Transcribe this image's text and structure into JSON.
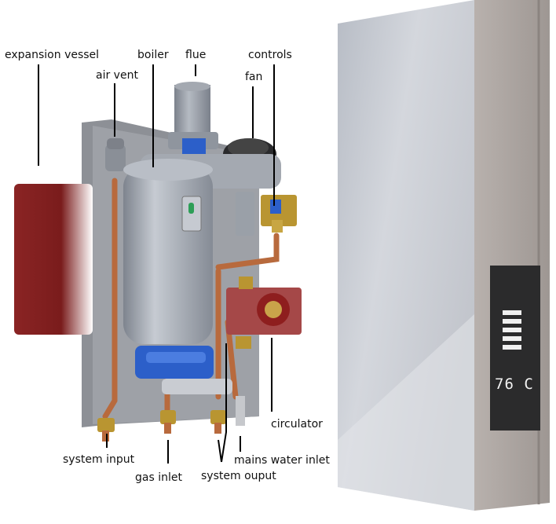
{
  "labels": {
    "expansion_vessel": "expansion vessel",
    "boiler": "boiler",
    "flue": "flue",
    "controls": "controls",
    "air_vent": "air vent",
    "fan": "fan",
    "circulator": "circulator",
    "system_input": "system input",
    "gas_inlet": "gas inlet",
    "system_output": "system ouput",
    "mains_water_inlet": "mains water inlet"
  },
  "display": {
    "temperature_text": "76 C",
    "level_bars": 5
  },
  "colors": {
    "panel": "#c9ccd3",
    "panel_edge": "#b3aca8",
    "display_bg": "#2b2b2c",
    "tank": "#a6acb6",
    "copper": "#b86a3d",
    "vessel": "#7e1d1d",
    "brass": "#b99531",
    "pump_red": "#8e1e1e",
    "blue": "#2c5fc9",
    "backplate": "#8d9096"
  }
}
